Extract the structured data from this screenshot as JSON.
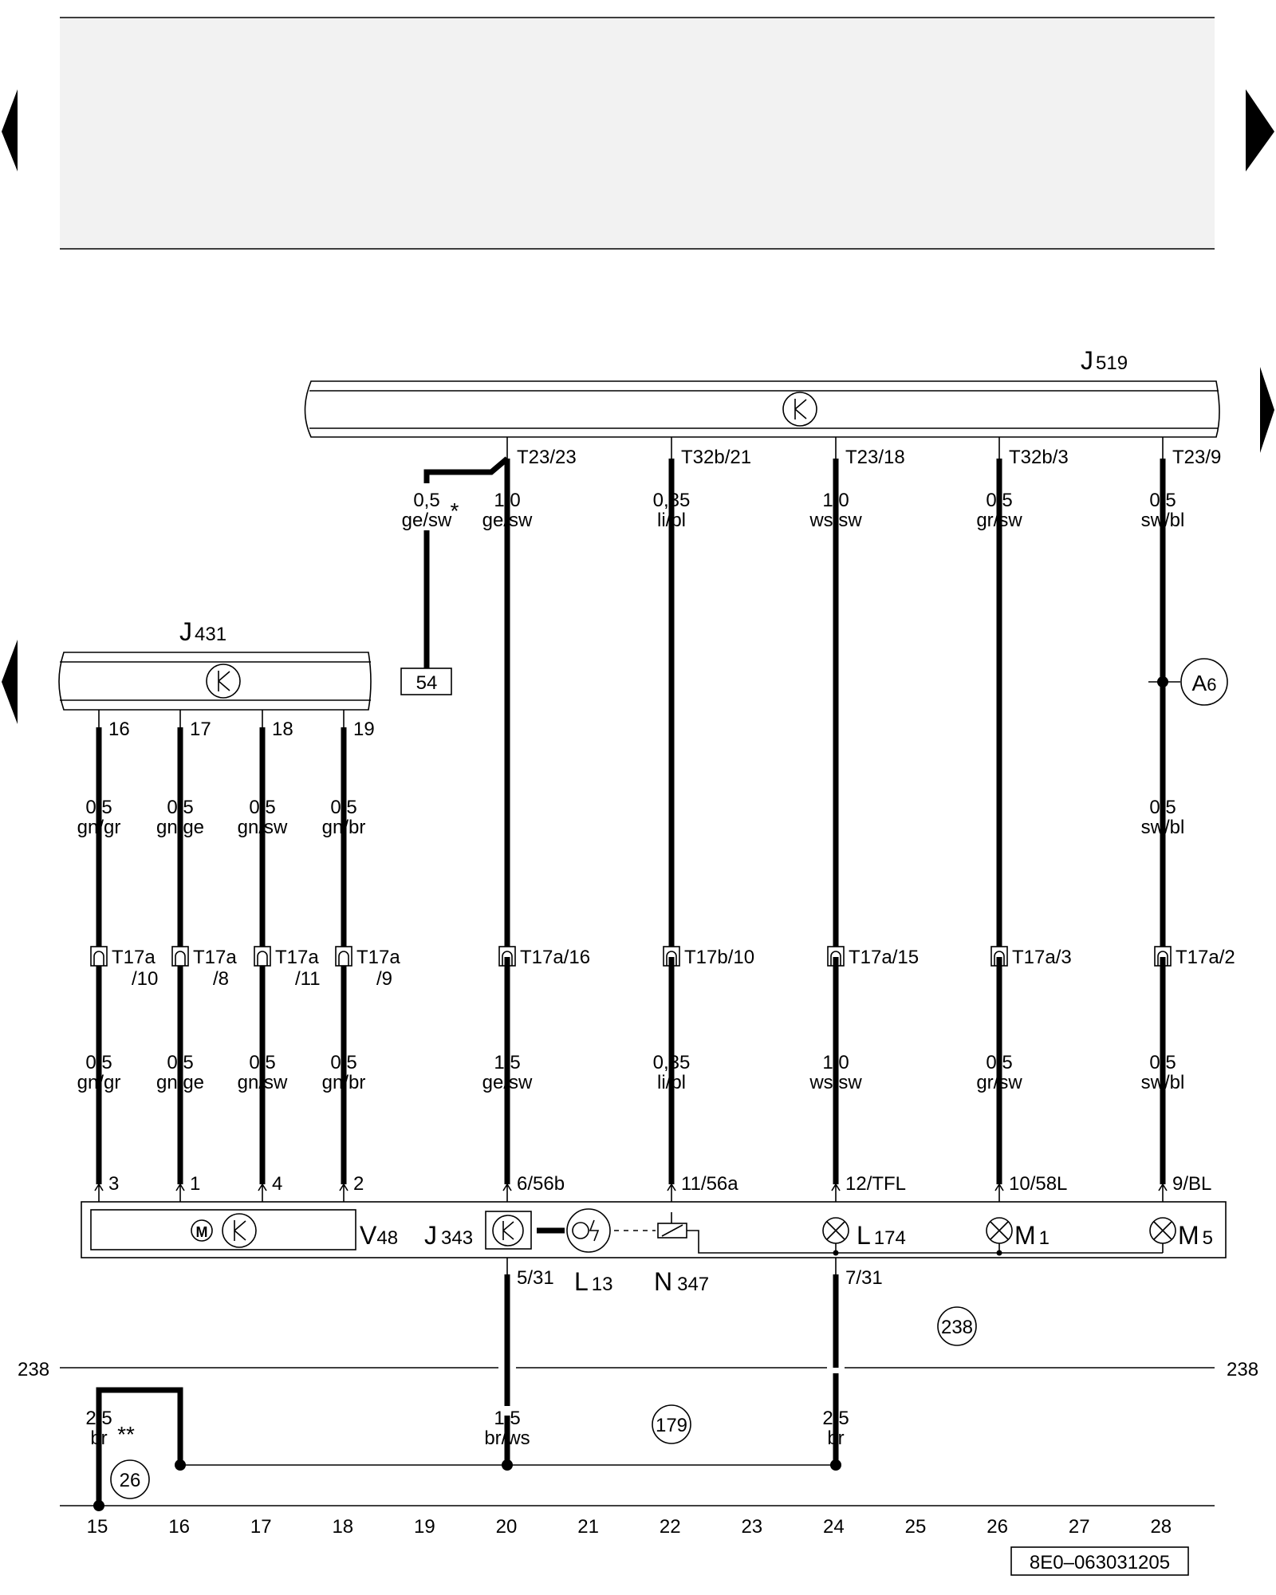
{
  "header_box": {
    "fill": "#f2f2f2"
  },
  "components": {
    "j519": {
      "name": "J",
      "sub": "519"
    },
    "j431": {
      "name": "J",
      "sub": "431"
    },
    "v48": {
      "name": "V",
      "sub": "48"
    },
    "j343": {
      "name": "J",
      "sub": "343"
    },
    "l13": {
      "name": "L",
      "sub": "13"
    },
    "n347": {
      "name": "N",
      "sub": "347"
    },
    "l174": {
      "name": "L",
      "sub": "174"
    },
    "m1": {
      "name": "M",
      "sub": "1"
    },
    "m5": {
      "name": "M",
      "sub": "5"
    }
  },
  "j519_pins": [
    "T23/23",
    "T32b/21",
    "T23/18",
    "T32b/3",
    "T23/9"
  ],
  "j431_pins": [
    "16",
    "17",
    "18",
    "19"
  ],
  "upper_wires": [
    {
      "size": "0,5",
      "color": "ge/sw",
      "mark": "*"
    },
    {
      "size": "1,0",
      "color": "ge/sw"
    },
    {
      "size": "0,35",
      "color": "li/bl"
    },
    {
      "size": "1,0",
      "color": "ws/sw"
    },
    {
      "size": "0,5",
      "color": "gr/sw"
    },
    {
      "size": "0,5",
      "color": "sw/bl"
    }
  ],
  "left_upper_wires": [
    {
      "size": "0,5",
      "color": "gn/gr"
    },
    {
      "size": "0,5",
      "color": "gn/ge"
    },
    {
      "size": "0,5",
      "color": "gn/sw"
    },
    {
      "size": "0,5",
      "color": "gn/br"
    }
  ],
  "terminal_54": "54",
  "connector_a6": {
    "name": "A",
    "sub": "6"
  },
  "sw_bl_mid": {
    "size": "0,5",
    "color": "sw/bl"
  },
  "left_connectors": [
    {
      "l1": "T17a",
      "l2": "/10"
    },
    {
      "l1": "T17a",
      "l2": "/8"
    },
    {
      "l1": "T17a",
      "l2": "/11"
    },
    {
      "l1": "T17a",
      "l2": "/9"
    }
  ],
  "right_connectors": [
    "T17a/16",
    "T17b/10",
    "T17a/15",
    "T17a/3",
    "T17a/2"
  ],
  "lower_wires": [
    {
      "size": "0,5",
      "color": "gn/gr"
    },
    {
      "size": "0,5",
      "color": "gn/ge"
    },
    {
      "size": "0,5",
      "color": "gn/sw"
    },
    {
      "size": "0,5",
      "color": "gn/br"
    },
    {
      "size": "1,5",
      "color": "ge/sw"
    },
    {
      "size": "0,35",
      "color": "li/bl"
    },
    {
      "size": "1,0",
      "color": "ws/sw"
    },
    {
      "size": "0,5",
      "color": "gr/sw"
    },
    {
      "size": "0,5",
      "color": "sw/bl"
    }
  ],
  "bottom_pins": [
    "3",
    "1",
    "4",
    "2",
    "6/56b",
    "11/56a",
    "12/TFL",
    "10/58L",
    "9/BL"
  ],
  "ground_pins": [
    "5/31",
    "7/31"
  ],
  "ground_wires": [
    {
      "size": "2,5",
      "color": "br",
      "mark": "**"
    },
    {
      "size": "1,5",
      "color": "br/ws"
    },
    {
      "size": "2,5",
      "color": "br"
    }
  ],
  "circles": [
    "238",
    "179",
    "26"
  ],
  "side_refs": {
    "left": "238",
    "right": "238"
  },
  "track_numbers": [
    "15",
    "16",
    "17",
    "18",
    "19",
    "20",
    "21",
    "22",
    "23",
    "24",
    "25",
    "26",
    "27",
    "28"
  ],
  "doc_code": "8E0–063031205"
}
